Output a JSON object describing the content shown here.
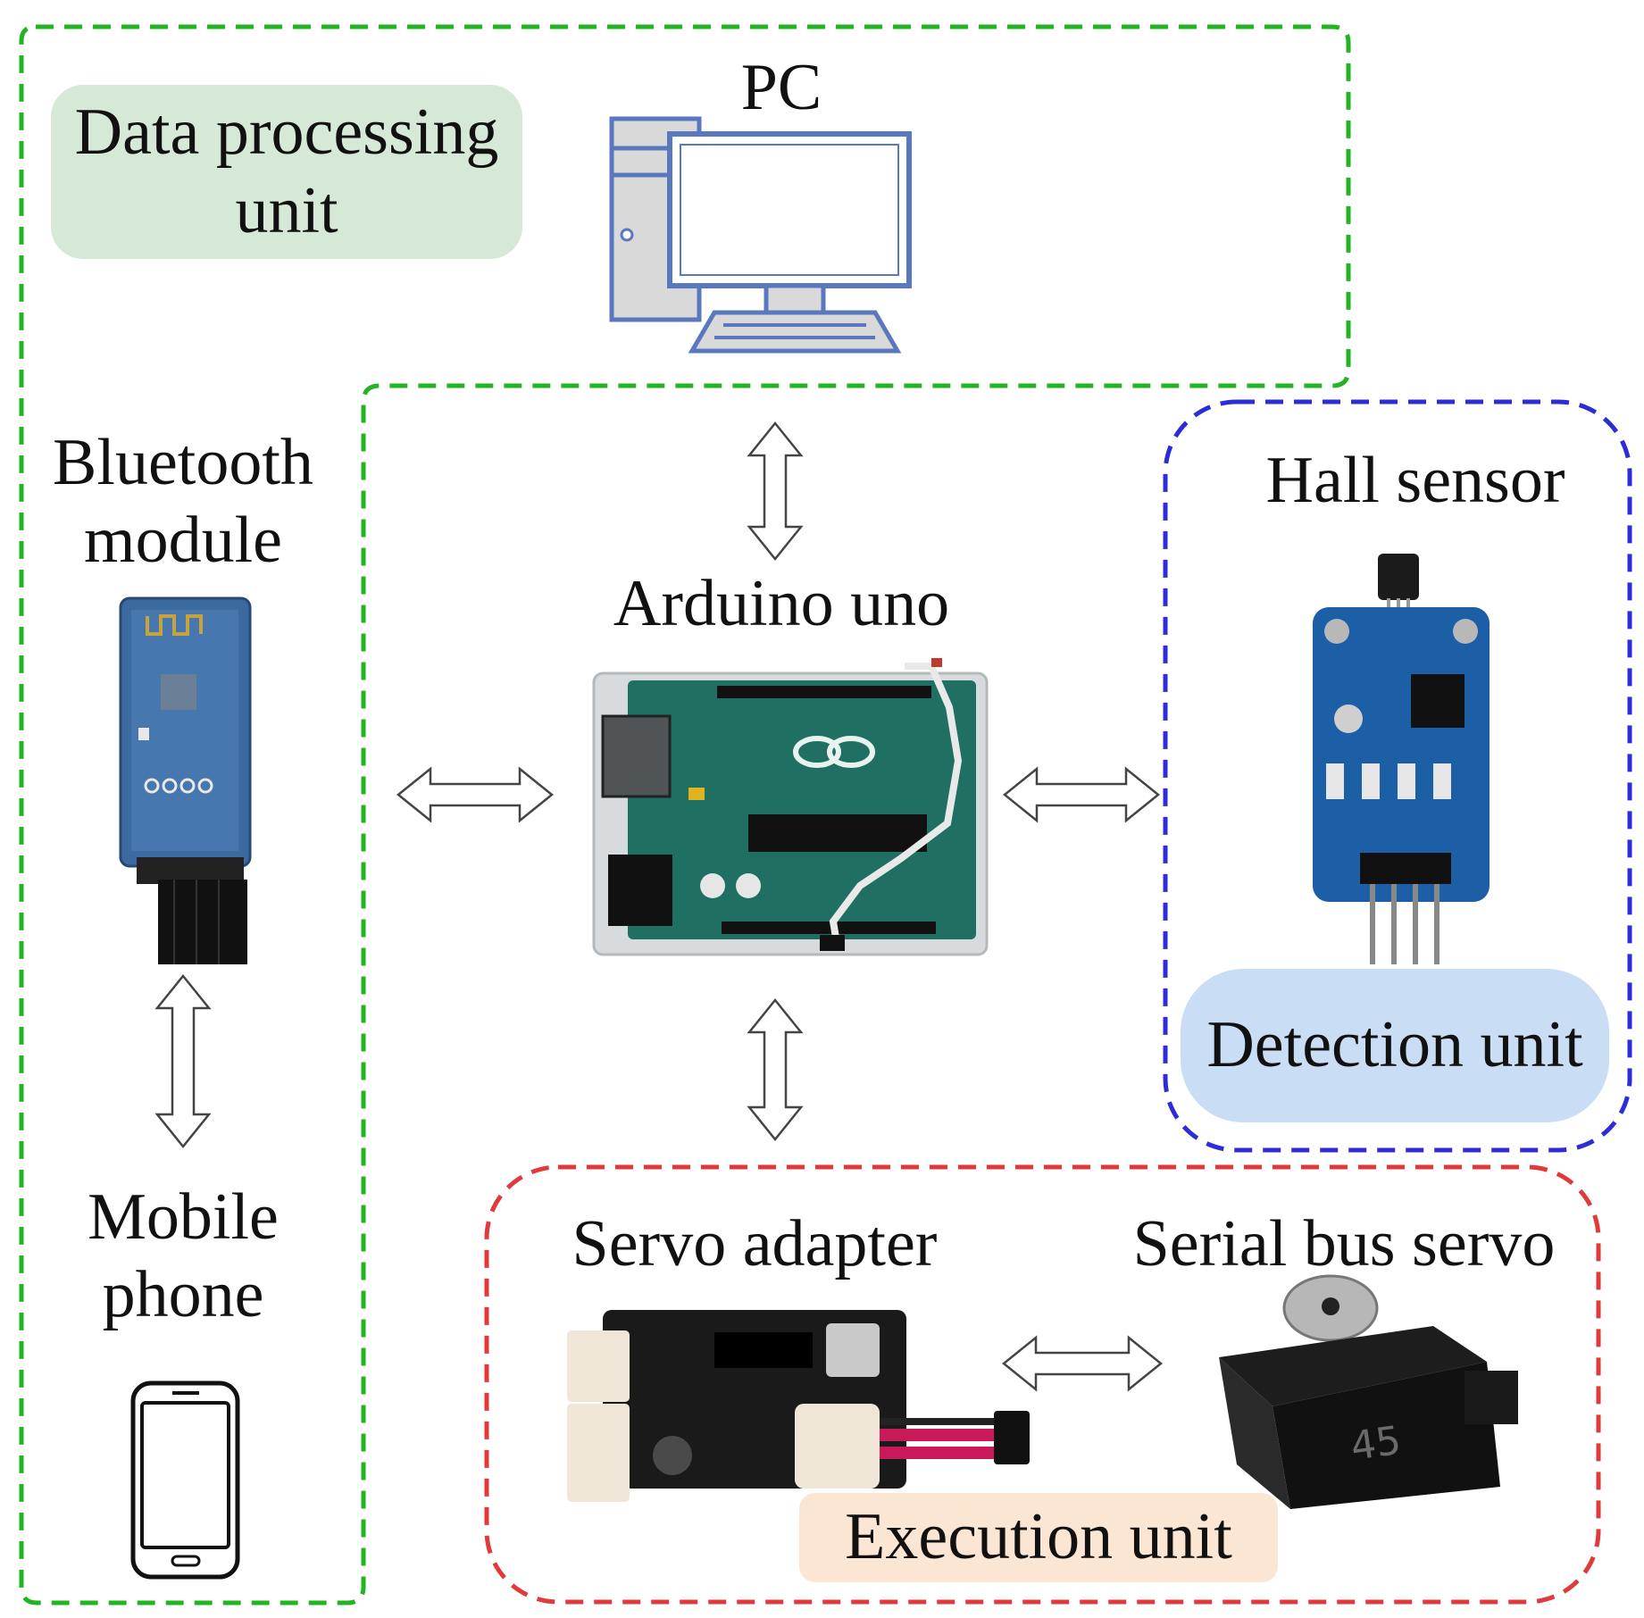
{
  "colors": {
    "processing_boundary": "#22b422",
    "detection_boundary": "#2c2cd8",
    "execution_boundary": "#e03a3a",
    "processing_badge": "#d6e9d6",
    "detection_badge": "#c9ddf4",
    "execution_badge": "#fbe6d4",
    "arrow_stroke": "#444444",
    "pc_icon": "#5a78bf",
    "pcb_green": "#1f6f63",
    "pcb_blue": "#1d5fa6"
  },
  "units": {
    "data_processing": "Data processing\nunit",
    "detection": "Detection unit",
    "execution": "Execution unit"
  },
  "devices": {
    "pc": {
      "label": "PC",
      "icon": "desktop-computer-icon"
    },
    "bluetooth": {
      "label": "Bluetooth\nmodule",
      "image": "bluetooth-module-photo"
    },
    "mobile": {
      "label": "Mobile\nphone",
      "icon": "smartphone-icon"
    },
    "arduino": {
      "label": "Arduino uno",
      "image": "arduino-board-photo"
    },
    "hall": {
      "label": "Hall sensor",
      "image": "hall-sensor-photo"
    },
    "servo_adapter": {
      "label": "Servo adapter",
      "image": "servo-adapter-photo"
    },
    "serial_servo": {
      "label": "Serial bus servo",
      "image": "serial-servo-photo",
      "marking": "45"
    }
  },
  "connections": [
    {
      "from": "arduino",
      "to": "pc"
    },
    {
      "from": "arduino",
      "to": "bluetooth"
    },
    {
      "from": "arduino",
      "to": "hall"
    },
    {
      "from": "arduino",
      "to": "servo_adapter"
    },
    {
      "from": "bluetooth",
      "to": "mobile"
    },
    {
      "from": "servo_adapter",
      "to": "serial_servo"
    }
  ]
}
